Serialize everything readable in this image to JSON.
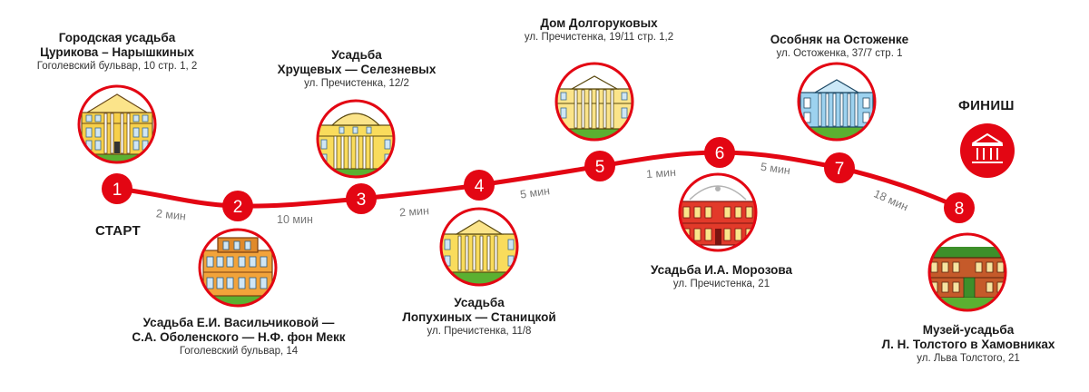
{
  "start_label": "СТАРТ",
  "finish_label": "ФИНИШ",
  "colors": {
    "route": "#e30613",
    "circle_border": "#e30613",
    "duration_text": "#777777"
  },
  "stops": [
    {
      "number": "1",
      "name_lines": [
        "Городская усадьба",
        "Цурикова – Нарышкиных"
      ],
      "address": "Гоголевский бульвар, 10 стр. 1, 2",
      "icon": "yellow-classical-mansion-icon"
    },
    {
      "number": "2",
      "name_lines": [
        "Усадьба Е.И. Васильчиковой —",
        "С.А. Оболенского — Н.Ф. фон Мекк"
      ],
      "address": "Гоголевский бульвар, 14",
      "icon": "orange-brick-mansion-icon"
    },
    {
      "number": "3",
      "name_lines": [
        "Усадьба",
        "Хрущевых — Селезневых"
      ],
      "address": "ул. Пречистенка, 12/2",
      "icon": "yellow-colonnade-mansion-icon"
    },
    {
      "number": "4",
      "name_lines": [
        "Усадьба",
        "Лопухиных — Станицкой"
      ],
      "address": "ул. Пречистенка, 11/8",
      "icon": "yellow-columned-mansion-icon"
    },
    {
      "number": "5",
      "name_lines": [
        "Дом Долгоруковых"
      ],
      "address": "ул. Пречистенка, 19/11 стр. 1,2",
      "icon": "yellow-palace-icon"
    },
    {
      "number": "6",
      "name_lines": [
        "Усадьба И.А. Морозова"
      ],
      "address": "ул. Пречистенка, 21",
      "icon": "red-mansion-icon"
    },
    {
      "number": "7",
      "name_lines": [
        "Особняк на Остоженке"
      ],
      "address": "ул. Остоженка, 37/7 стр. 1",
      "icon": "blue-columned-mansion-icon"
    },
    {
      "number": "8",
      "name_lines": [
        "Музей-усадьба",
        "Л. Н. Толстого в Хамовниках"
      ],
      "address": "ул. Льва Толстого, 21",
      "icon": "wooden-estate-icon"
    }
  ],
  "finish_icon": "museum-building-icon",
  "durations": [
    "2 мин",
    "10 мин",
    "2 мин",
    "5 мин",
    "1 мин",
    "5 мин",
    "18 мин"
  ]
}
